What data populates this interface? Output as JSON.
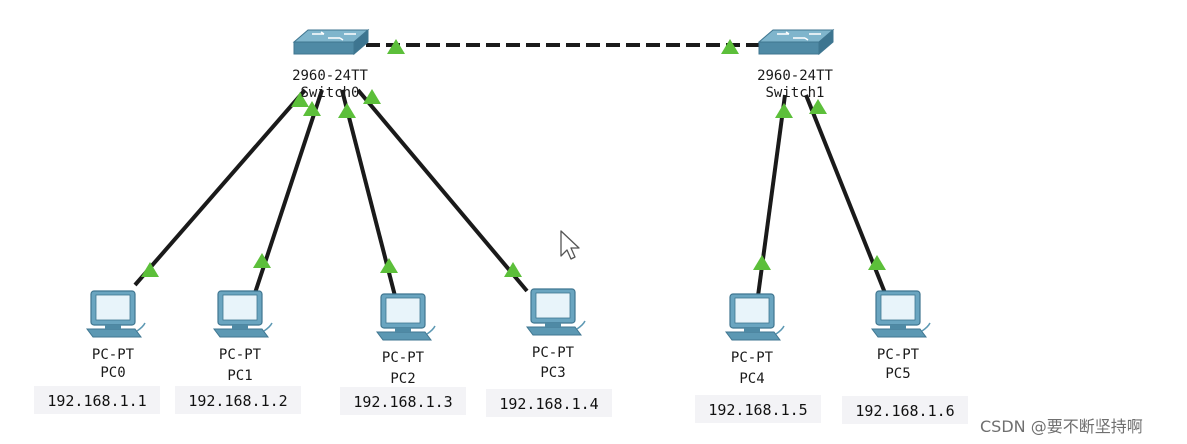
{
  "colors": {
    "link": "#1a1a1a",
    "link_up_arrow": "#5cbf3a",
    "switch_top": "#7fb5cc",
    "switch_side": "#4f8aa5",
    "pc_body": "#6aa5c0",
    "pc_screen": "#e8f4fa",
    "ip_box": "#f3f3f6"
  },
  "switches": [
    {
      "id": "switch0",
      "model": "2960-24TT",
      "name": "Switch0",
      "icon": "switch-icon"
    },
    {
      "id": "switch1",
      "model": "2960-24TT",
      "name": "Switch1",
      "icon": "switch-icon"
    }
  ],
  "pcs": [
    {
      "id": "pc0",
      "model": "PC-PT",
      "name": "PC0",
      "ip": "192.168.1.1",
      "icon": "pc-icon"
    },
    {
      "id": "pc1",
      "model": "PC-PT",
      "name": "PC1",
      "ip": "192.168.1.2",
      "icon": "pc-icon"
    },
    {
      "id": "pc2",
      "model": "PC-PT",
      "name": "PC2",
      "ip": "192.168.1.3",
      "icon": "pc-icon"
    },
    {
      "id": "pc3",
      "model": "PC-PT",
      "name": "PC3",
      "ip": "192.168.1.4",
      "icon": "pc-icon"
    },
    {
      "id": "pc4",
      "model": "PC-PT",
      "name": "PC4",
      "ip": "192.168.1.5",
      "icon": "pc-icon"
    },
    {
      "id": "pc5",
      "model": "PC-PT",
      "name": "PC5",
      "ip": "192.168.1.6",
      "icon": "pc-icon"
    }
  ],
  "links": [
    {
      "from": "switch0",
      "to": "switch1",
      "style": "crossover-dashed"
    },
    {
      "from": "switch0",
      "to": "pc0",
      "style": "straight"
    },
    {
      "from": "switch0",
      "to": "pc1",
      "style": "straight"
    },
    {
      "from": "switch0",
      "to": "pc2",
      "style": "straight"
    },
    {
      "from": "switch0",
      "to": "pc3",
      "style": "straight"
    },
    {
      "from": "switch1",
      "to": "pc4",
      "style": "straight"
    },
    {
      "from": "switch1",
      "to": "pc5",
      "style": "straight"
    }
  ],
  "cursor": {
    "icon": "mouse-pointer-icon"
  },
  "watermark": "CSDN @要不断坚持啊"
}
